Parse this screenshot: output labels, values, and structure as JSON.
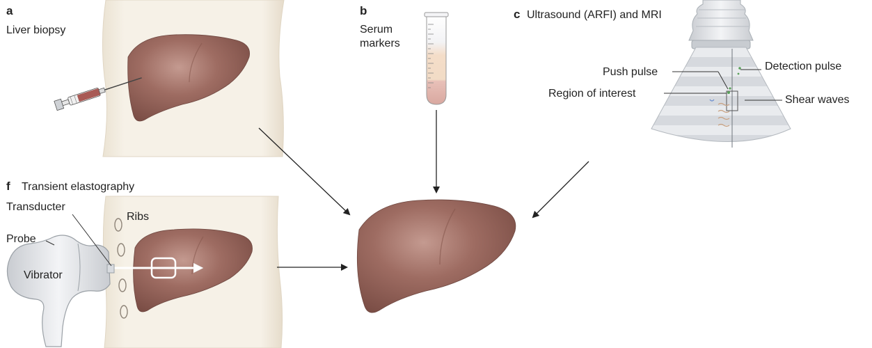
{
  "panels": {
    "a": {
      "letter": "a",
      "title": "Liver biopsy"
    },
    "b": {
      "letter": "b",
      "title_line1": "Serum",
      "title_line2": "markers"
    },
    "c": {
      "letter": "c",
      "title": "Ultrasound (ARFI) and MRI",
      "labels": {
        "push_pulse": "Push pulse",
        "region_of_interest": "Region of interest",
        "detection_pulse": "Detection pulse",
        "shear_waves": "Shear waves"
      }
    },
    "f": {
      "letter": "f",
      "title": "Transient elastography",
      "labels": {
        "transducter": "Transducter",
        "probe": "Probe",
        "vibrator": "Vibrator",
        "ribs": "Ribs"
      }
    }
  },
  "colors": {
    "liver": "#9b6a60",
    "liver_dark": "#7d5048",
    "liver_light": "#b88a80",
    "skin": "#f3ede2",
    "skin_edge": "#e2d9c8",
    "ultrasound_stripe_a": "#d8dade",
    "ultrasound_stripe_b": "#eceef1",
    "probe": "#e4e6e9",
    "arrow": "#222222"
  },
  "icons": [
    "syringe-icon",
    "test-tube-icon",
    "ultrasound-probe-icon",
    "vibration-probe-icon"
  ]
}
